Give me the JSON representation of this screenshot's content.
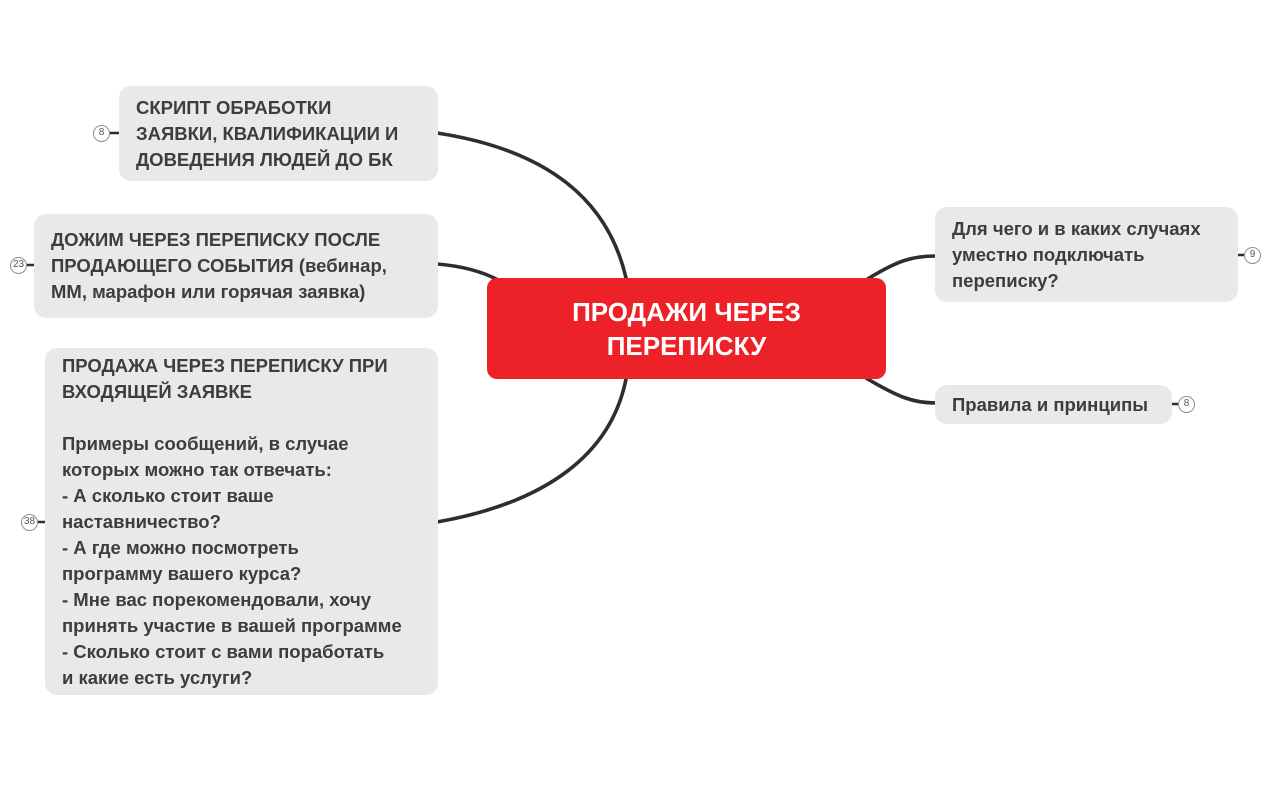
{
  "app": {
    "type": "mindmap"
  },
  "colors": {
    "canvas_bg": "#ffffff",
    "center_bg": "#ed2128",
    "center_text": "#ffffff",
    "node_bg": "#e9e9e9",
    "node_text": "#3d3d3d",
    "connector": "#2e2e2e",
    "badge_border": "#8f8f8f",
    "badge_text": "#555555"
  },
  "center": {
    "label": "ПРОДАЖИ ЧЕРЕЗ\nПЕРЕПИСКУ"
  },
  "left_topics": [
    {
      "label": "СКРИПТ ОБРАБОТКИ\nЗАЯВКИ, КВАЛИФИКАЦИИ И\nДОВЕДЕНИЯ ЛЮДЕЙ ДО БК",
      "badge": "8"
    },
    {
      "label": "ДОЖИМ ЧЕРЕЗ ПЕРЕПИСКУ ПОСЛЕ\nПРОДАЮЩЕГО СОБЫТИЯ (вебинар,\nММ, марафон или горячая заявка)",
      "badge": "23"
    },
    {
      "label": "ПРОДАЖА ЧЕРЕЗ ПЕРЕПИСКУ ПРИ\nВХОДЯЩЕЙ ЗАЯВКЕ\n\nПримеры сообщений, в случае\nкоторых можно так отвечать:\n- А сколько стоит ваше\nнаставничество?\n- А где можно посмотреть\nпрограмму вашего курса?\n- Мне вас порекомендовали, хочу\nпринять участие в вашей программе\n- Сколько стоит с вами поработать\nи какие есть услуги?",
      "badge": "38"
    }
  ],
  "right_topics": [
    {
      "label": "Для чего и в каких случаях\nуместно подключать\nпереписку?",
      "badge": "9"
    },
    {
      "label": "Правила и принципы",
      "badge": "8"
    }
  ]
}
